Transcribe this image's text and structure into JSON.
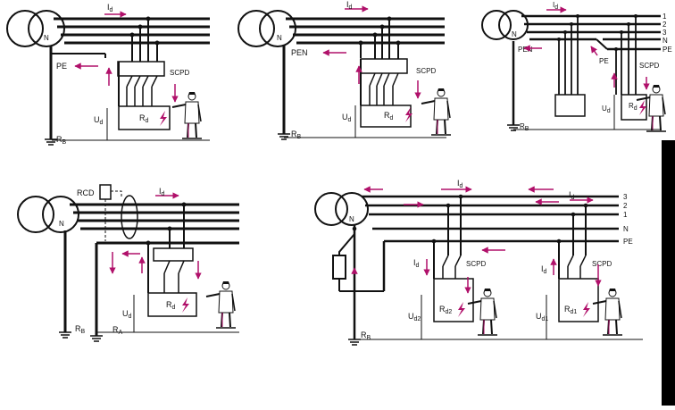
{
  "colors": {
    "wire": "#111111",
    "fault": "#b0106a",
    "background": "#ffffff",
    "sidebar": "#000000"
  },
  "panel1": {
    "neutral": "N",
    "current": {
      "main": "I",
      "sub": "d"
    },
    "pe": "PE",
    "scpd": "SCPD",
    "resistance": {
      "main": "R",
      "sub": "d"
    },
    "voltage": {
      "main": "U",
      "sub": "d"
    },
    "earth": {
      "main": "R",
      "sub": "B"
    }
  },
  "panel2": {
    "neutral": "N",
    "current": {
      "main": "I",
      "sub": "d"
    },
    "pen": "PEN",
    "scpd": "SCPD",
    "resistance": {
      "main": "R",
      "sub": "d"
    },
    "voltage": {
      "main": "U",
      "sub": "d"
    },
    "earth": {
      "main": "R",
      "sub": "B"
    }
  },
  "panel3": {
    "neutral": "N",
    "current": {
      "main": "I",
      "sub": "d"
    },
    "pen": "PEN",
    "pe": "PE",
    "scpd": "SCPD",
    "line_labels": [
      "1",
      "2",
      "3",
      "N",
      "PE"
    ],
    "resistance": {
      "main": "R",
      "sub": "d"
    },
    "voltage": {
      "main": "U",
      "sub": "d"
    },
    "earth": {
      "main": "R",
      "sub": "B"
    }
  },
  "panel4": {
    "neutral": "N",
    "rcd": "RCD",
    "current": {
      "main": "I",
      "sub": "d"
    },
    "resistance": {
      "main": "R",
      "sub": "d"
    },
    "voltage": {
      "main": "U",
      "sub": "d"
    },
    "earth_b": {
      "main": "R",
      "sub": "B"
    },
    "earth_a": {
      "main": "R",
      "sub": "A"
    }
  },
  "panel5": {
    "neutral": "N",
    "current_top1": {
      "main": "I",
      "sub": "d"
    },
    "current_top2": {
      "main": "I",
      "sub": "d"
    },
    "current_left": {
      "main": "I",
      "sub": "d"
    },
    "current_right": {
      "main": "I",
      "sub": "d"
    },
    "line_labels": [
      "3",
      "2",
      "1",
      "N",
      "PE"
    ],
    "scpd_left": "SCPD",
    "scpd_right": "SCPD",
    "resistance_left": {
      "main": "R",
      "sub": "d2"
    },
    "resistance_right": {
      "main": "R",
      "sub": "d1"
    },
    "voltage_left": {
      "main": "U",
      "sub": "d2"
    },
    "voltage_right": {
      "main": "U",
      "sub": "d1"
    },
    "earth": {
      "main": "R",
      "sub": "B"
    }
  }
}
